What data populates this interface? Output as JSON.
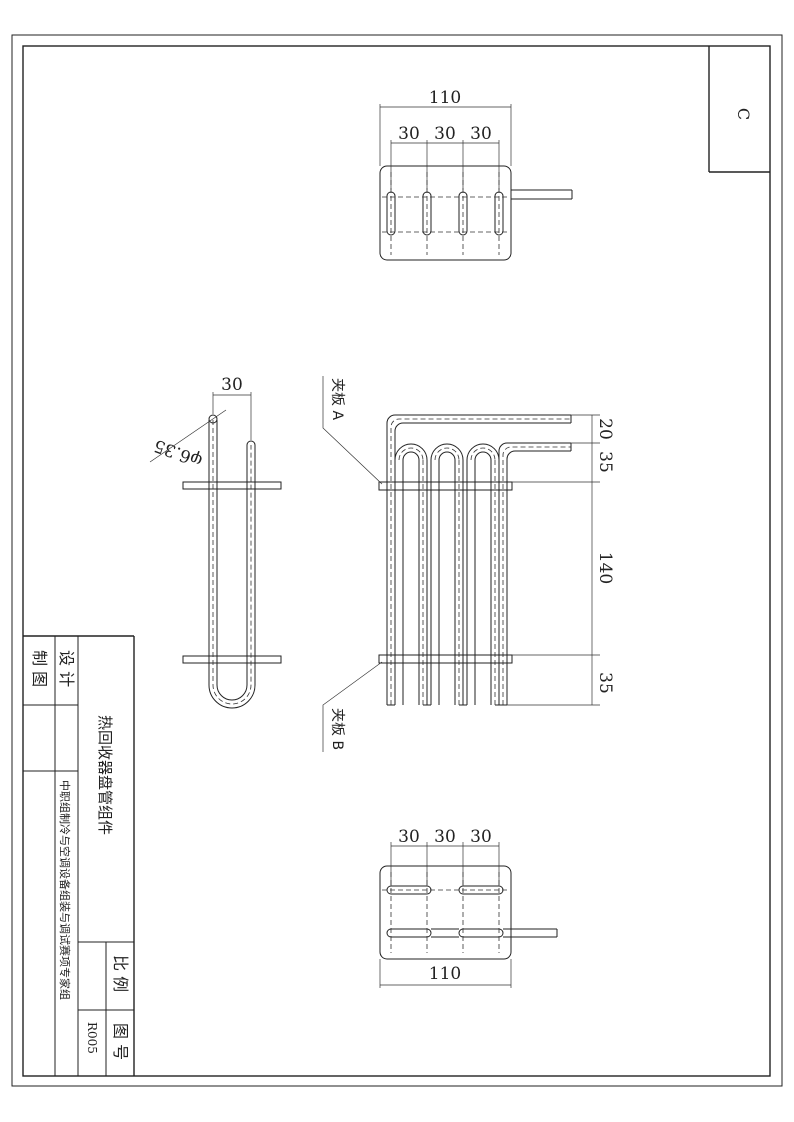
{
  "sheet": {
    "corner_letter": "C"
  },
  "top_view": {
    "overall": "110",
    "spacing": [
      "30",
      "30",
      "30"
    ]
  },
  "side_view": {
    "width": "30",
    "diameter": "φ6.35"
  },
  "front_view": {
    "dims": [
      "20",
      "35",
      "140",
      "35"
    ],
    "label_a": "夹板 A",
    "label_b": "夹板 B"
  },
  "bottom_view": {
    "overall": "110",
    "spacing": [
      "30",
      "30",
      "30"
    ]
  },
  "title_block": {
    "designer_label": "设 计",
    "drafter_label": "制 图",
    "part_name": "热回收器盘管组件",
    "organization": "中职组制冷与空调设备组装与调试赛项专家组",
    "scale_label": "比 例",
    "drawing_no_label": "图 号",
    "drawing_no": "R005"
  }
}
